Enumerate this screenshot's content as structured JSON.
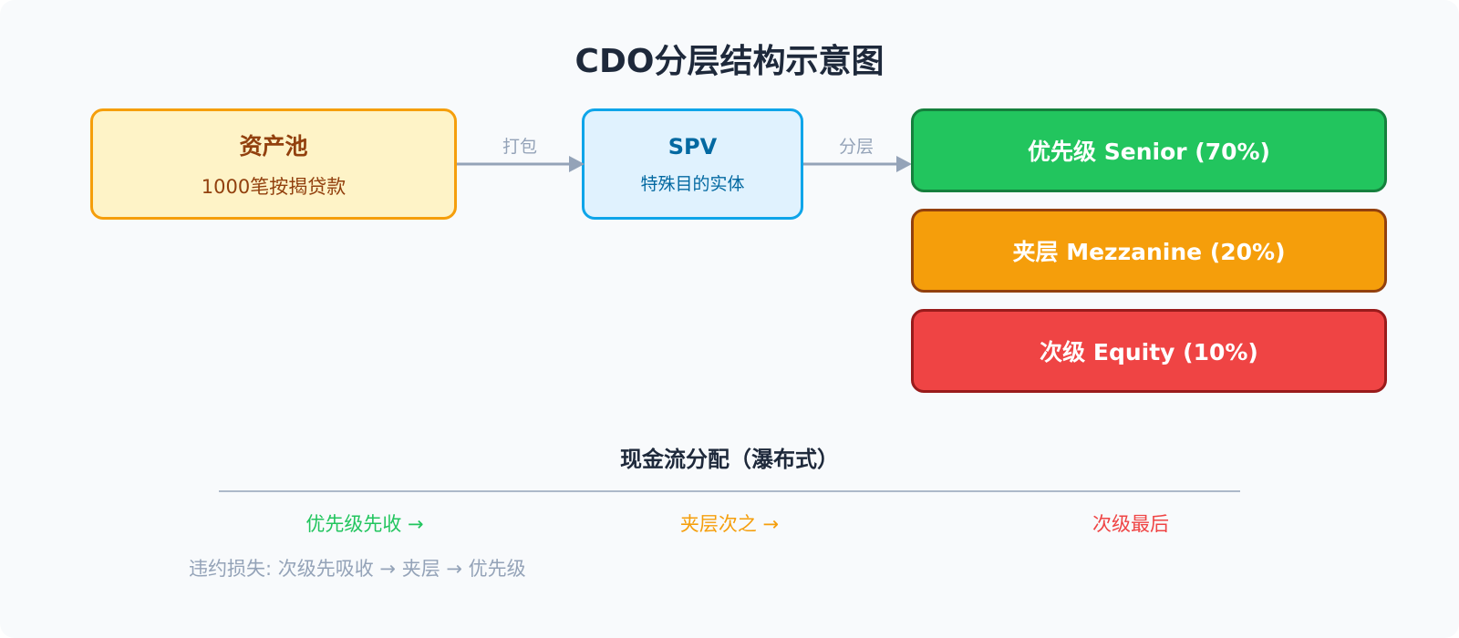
{
  "title": "CDO分层结构示意图",
  "asset_pool": {
    "name": "资产池",
    "detail": "1000笔按揭贷款"
  },
  "spv": {
    "name": "SPV",
    "detail": "特殊目的实体"
  },
  "arrows": {
    "package_label": "打包",
    "tranche_label": "分层"
  },
  "tranches": [
    {
      "label": "优先级 Senior (70%)",
      "color": "#22c55e"
    },
    {
      "label": "夹层 Mezzanine (20%)",
      "color": "#f59e0b"
    },
    {
      "label": "次级 Equity (10%)",
      "color": "#ef4444"
    }
  ],
  "cash_flow": {
    "title": "现金流分配（瀑布式）",
    "steps": [
      "优先级先收 →",
      "夹层次之 →",
      "次级最后"
    ],
    "loss_note": "违约损失: 次级先吸收 → 夹层 → 优先级"
  }
}
